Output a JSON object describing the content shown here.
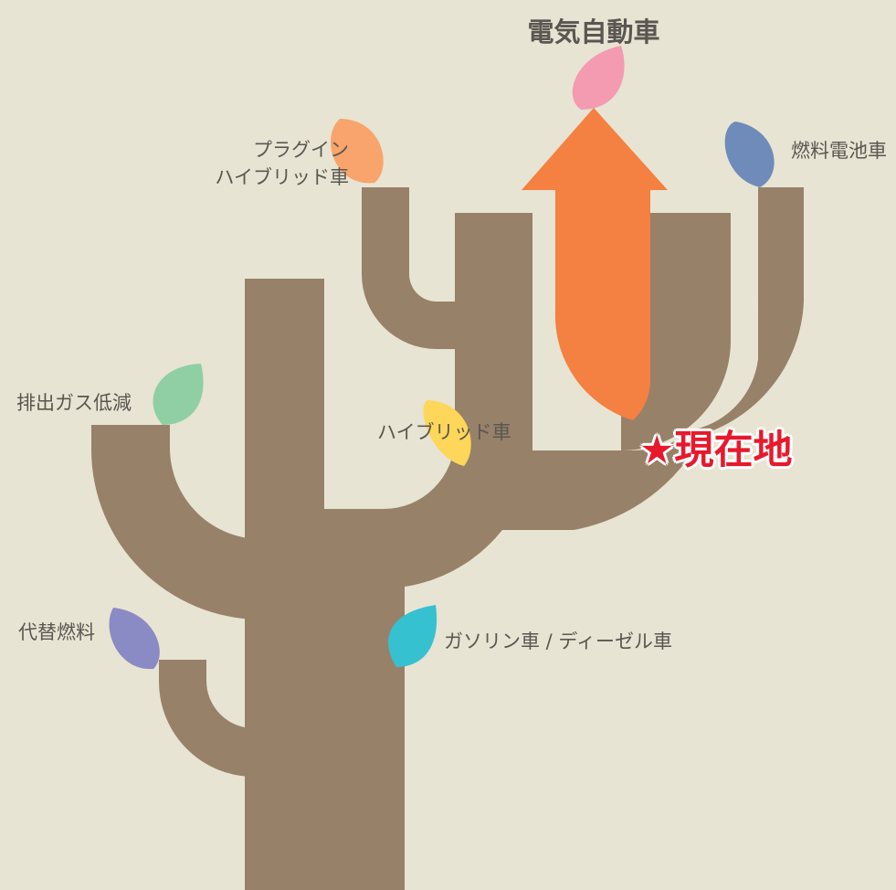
{
  "diagram": {
    "title": "電気自動車",
    "current_position": "★現在地",
    "leaves": [
      {
        "id": "ev",
        "label": "",
        "color": "#f49ab1"
      },
      {
        "id": "phev",
        "label_lines": [
          "プラグイン",
          "ハイブリッド車"
        ],
        "color": "#f8a46c"
      },
      {
        "id": "fcv",
        "label": "燃料電池車",
        "color": "#6e8bb9"
      },
      {
        "id": "emission",
        "label": "排出ガス低減",
        "color": "#8fcfa3"
      },
      {
        "id": "hybrid",
        "label": "ハイブリッド車",
        "color": "#fdd65a"
      },
      {
        "id": "alt_fuel",
        "label": "代替燃料",
        "color": "#8a8ac4"
      },
      {
        "id": "gasoline",
        "label": "ガソリン車 / ディーゼル車",
        "color": "#36c1d1"
      }
    ],
    "colors": {
      "trunk": "#988169",
      "arrow": "#f48041",
      "background": "#e7e4d3",
      "current_marker": "#e8192c"
    }
  }
}
